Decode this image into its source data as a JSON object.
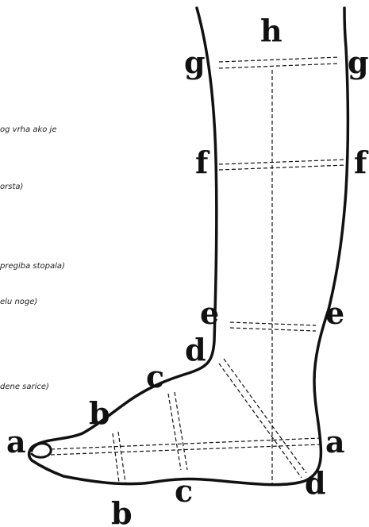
{
  "labels": {
    "a": "a",
    "b": "b",
    "c": "c",
    "d": "d",
    "e": "e",
    "f": "f",
    "g": "g",
    "h": "h"
  },
  "notes": {
    "n1": "og vrha ako je",
    "n2": "orsta)",
    "n3": "pregiba stopala)",
    "n4": "elu noge)",
    "n5": "dene sarice)"
  },
  "colors": {
    "outline": "#111111",
    "guide": "#111111",
    "text": "#222222"
  }
}
